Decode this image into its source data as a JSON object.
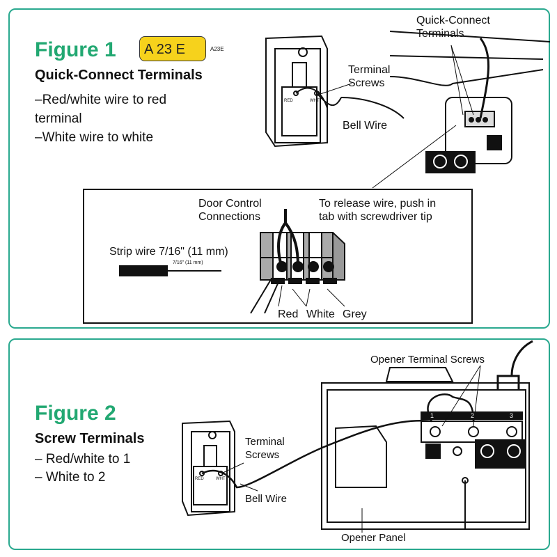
{
  "figure1": {
    "title": "Figure 1",
    "subtitle": "Quick-Connect Terminals",
    "instructions": [
      "–Red/white wire to red terminal",
      "–White wire to white"
    ],
    "labels": {
      "quick_connect": "Quick-Connect\nTerminals",
      "terminal_screws": "Terminal\nScrews",
      "bell_wire": "Bell Wire",
      "door_control": "Door Control\nConnections",
      "release": "To release wire, push in\ntab with screwdriver tip",
      "strip": "Strip wire 7/16\" (11 mm)",
      "strip_small": "7/16\" (11 mm)",
      "red": "Red",
      "white": "White",
      "grey": "Grey",
      "red_term": "RED",
      "wht_term": "WHT"
    }
  },
  "figure2": {
    "title": "Figure 2",
    "subtitle": "Screw Terminals",
    "instructions": [
      "– Red/white to 1",
      "– White to 2"
    ],
    "labels": {
      "opener_screws": "Opener Terminal Screws",
      "terminal_screws": "Terminal\nScrews",
      "bell_wire": "Bell Wire",
      "opener_panel": "Opener Panel",
      "t1": "1",
      "t2": "2",
      "t3": "3",
      "red_term": "RED",
      "wht_term": "WHT"
    }
  },
  "watermark": {
    "text": "A 23 E",
    "small": "A23E"
  },
  "colors": {
    "border": "#2aa98f",
    "figure_title": "#22a872",
    "badge": "#f6d21c"
  }
}
